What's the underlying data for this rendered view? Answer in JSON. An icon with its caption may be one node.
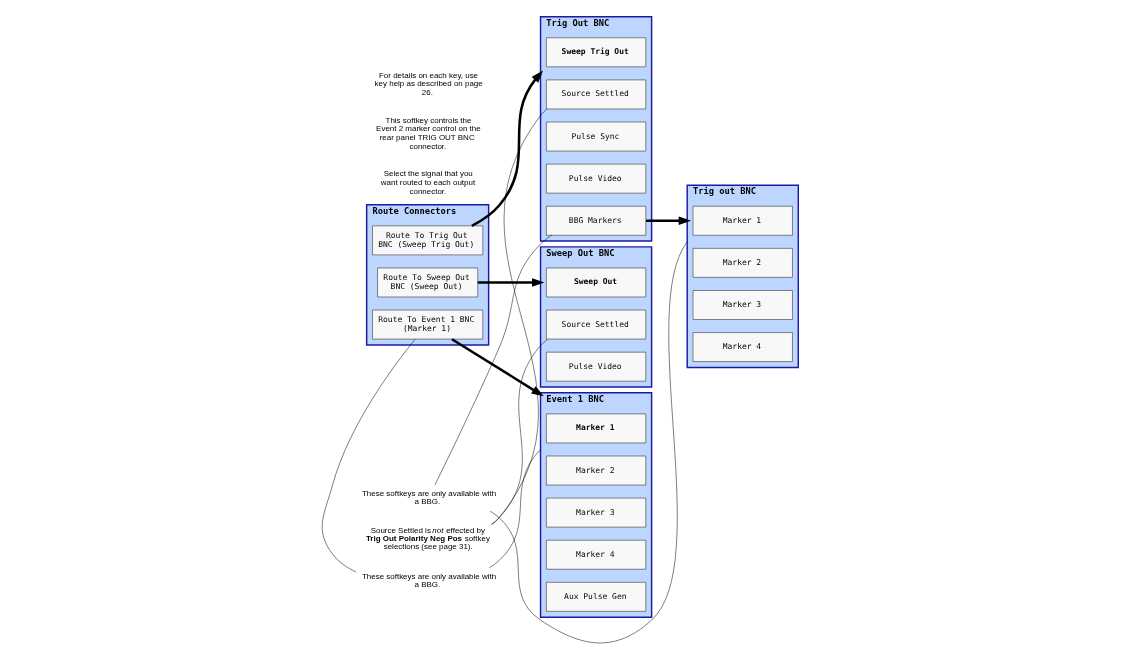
{
  "diagram": {
    "nodes": [
      {
        "text": [
          "Route Connectors"
        ]
      },
      {
        "text": [
          "Route To Trig Out BNC (Sweep Trig Out)"
        ],
        "in": 0
      },
      {
        "text": [
          "Route To Sweep Out BNC (Sweep Out)"
        ],
        "in": 0
      },
      {
        "text": [
          "Route To Event 1 BNC (Marker 1)"
        ],
        "in": 0
      },
      {
        "text": [
          "Trig Out BNC"
        ]
      },
      {
        "text": [
          "Sweep Trig Out"
        ],
        "in": 4
      },
      {
        "text": [
          "Source Settled"
        ],
        "in": 4
      },
      {
        "text": [
          "Pulse Sync"
        ],
        "in": 4
      },
      {
        "text": [
          "Pulse Video"
        ],
        "in": 4
      },
      {
        "text": [
          "BBG Markers"
        ],
        "in": 4
      },
      {
        "text": [
          "Sweep Out BNC"
        ]
      },
      {
        "text": [
          "Sweep Out"
        ],
        "in": 10
      },
      {
        "text": [
          "Source Settled"
        ],
        "in": 10
      },
      {
        "text": [
          "Pulse Video"
        ],
        "in": 10
      },
      {
        "text": [
          "Event 1 BNC"
        ]
      },
      {
        "text": [
          "Marker 1"
        ],
        "in": 14
      },
      {
        "text": [
          "Marker 2"
        ],
        "in": 14
      },
      {
        "text": [
          "Marker 3"
        ],
        "in": 14
      },
      {
        "text": [
          "Marker 4"
        ],
        "in": 14
      },
      {
        "text": [
          "Aux Pulse Gen"
        ],
        "in": 14
      },
      {
        "text": [
          "Trig out BNC"
        ]
      },
      {
        "text": [
          "Marker 1"
        ],
        "in": 20
      },
      {
        "text": [
          "Marker 2"
        ],
        "in": 20
      },
      {
        "text": [
          "Marker 3"
        ],
        "in": 20
      },
      {
        "text": [
          "Marker 4"
        ],
        "in": 20
      },
      {
        "text": [
          "These softkeys are only available with a BBG."
        ]
      },
      {
        "text": [
          "Source Settled is *not* effected by **Trig Out Polarity Neg Pos** softkey selections (see page 31)."
        ]
      },
      {
        "text": [
          "These softkeys are only available with a BBG."
        ]
      }
    ],
    "edges": [
      {
        "from": 1,
        "to": 4,
        "arrow": "to",
        "style": "thick"
      },
      {
        "from": 2,
        "to": 10,
        "arrow": "to",
        "style": "thick"
      },
      {
        "from": 3,
        "to": 14,
        "arrow": "to",
        "style": "thick"
      },
      {
        "from": 25,
        "to": 3,
        "arrow": "none"
      },
      {
        "from": 25,
        "to": 14,
        "arrow": "none"
      },
      {
        "from": 26,
        "to": 12,
        "arrow": "none"
      },
      {
        "from": 26,
        "to": 6,
        "arrow": "none"
      },
      {
        "from": 9,
        "to": 20,
        "arrow": "to",
        "style": "thick"
      },
      {
        "from": 27,
        "to": 9,
        "arrow": "none"
      },
      {
        "from": 27,
        "to": 20,
        "arrow": "none"
      }
    ],
    "labels": [
      "Select the signal that you want routed to each output connector.",
      "This softkey controls the Event 2 marker control on the rear panel TRIG OUT BNC connector.",
      "For details on each key, use key help as described on page 26."
    ]
  }
}
